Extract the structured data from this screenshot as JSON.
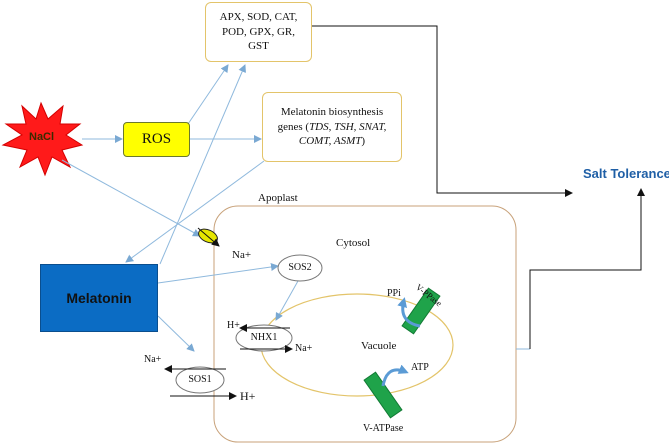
{
  "nodes": {
    "stress": "NaCl",
    "ros": "ROS",
    "melatonin": "Melatonin",
    "enzymes_line1": "APX, SOD, CAT,",
    "enzymes_line2": "POD, GPX, GR,",
    "enzymes_line3": "GST",
    "genes_line1": "Melatonin biosynthesis",
    "genes_line2_prefix": "genes (",
    "genes_italic1": "TDS, TSH, SNAT,",
    "genes_italic2": "COMT, ASMT",
    "genes_suffix": ")",
    "outcome": "Salt Tolerance"
  },
  "cell": {
    "apoplast": "Apoplast",
    "cytosol": "Cytosol",
    "vacuole": "Vacuole",
    "sos2": "SOS2",
    "nhx1": "NHX1",
    "sos1": "SOS1",
    "na_channel": "Na+",
    "nhx_h": "H+",
    "nhx_na": "Na+",
    "sos1_na": "Na+",
    "sos1_h": "H+",
    "ppi": "PPi",
    "v_ppase": "V-PPase",
    "atp": "ATP",
    "v_atpase": "V-ATPase"
  },
  "colors": {
    "ros_fill": "#ffff00",
    "melatonin_fill": "#0b6cc4",
    "nacl_fill": "#ff1a1a",
    "arrow_blue": "#8fb9dd",
    "pump_green": "#1fa34a",
    "outline_gold": "#e3c46a",
    "outcome_blue": "#1f5fa6"
  }
}
